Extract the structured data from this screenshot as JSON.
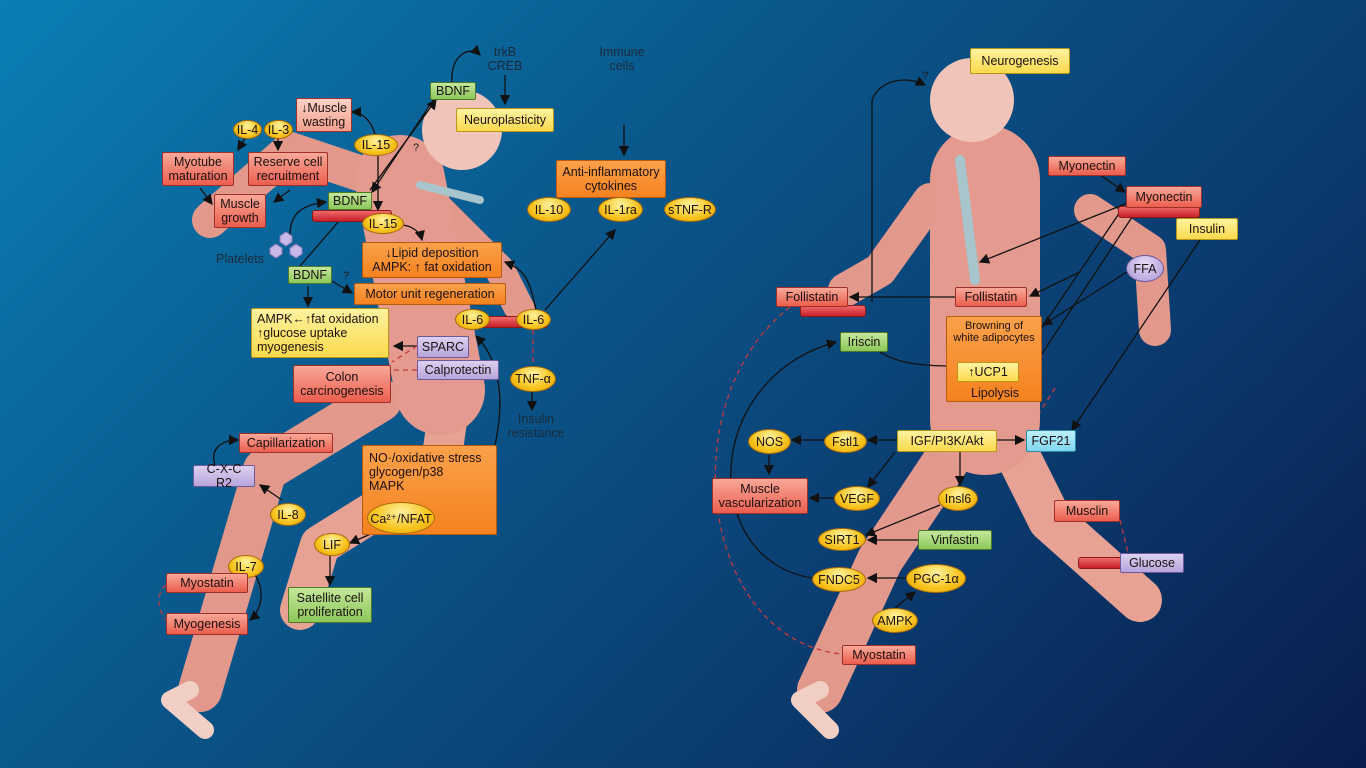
{
  "left": {
    "trkb_creb": "trkB\nCREB",
    "immune_cells": "Immune\ncells",
    "bdnf_top": "BDNF",
    "neuroplasticity": "Neuroplasticity",
    "muscle_wasting": "↓Muscle\nwasting",
    "il4": "IL-4",
    "il3": "IL-3",
    "il15_top": "IL-15",
    "myotube_maturation": "Myotube\nmaturation",
    "reserve_cell": "Reserve cell\nrecruitment",
    "muscle_growth": "Muscle\ngrowth",
    "bdnf_mid": "BDNF",
    "il15_mid": "IL-15",
    "anti_inflammatory": "Anti-inflammatory\ncytokines",
    "il10": "IL-10",
    "il1ra": "IL-1ra",
    "stnfr": "sTNF-R",
    "platelets": "Platelets",
    "lipid": "↓Lipid deposition\nAMPK: ↑ fat oxidation",
    "bdnf_low": "BDNF",
    "question": "?",
    "motor_unit": "Motor unit regeneration",
    "ampk_box": "AMPK←↑fat oxidation\n↑glucose uptake\nmyogenesis",
    "il6_a": "IL-6",
    "il6_b": "IL-6",
    "sparc": "SPARC",
    "calprotectin": "Calprotectin",
    "colon": "Colon\ncarcinogenesis",
    "tnfa": "TNF-α",
    "insulin_resistance": "Insulin\nresistance",
    "capillarization": "Capillarization",
    "no_box": "NO·/oxidative stress\nglycogen/p38\nMAPK",
    "ca_nfat": "Ca²⁺/NFAT",
    "cxcr2": "C-X-C R2",
    "il8": "IL-8",
    "lif": "LIF",
    "il7": "IL-7",
    "myostatin": "Myostatin",
    "satellite": "Satellite cell\nproliferation",
    "myogenesis": "Myogenesis"
  },
  "right": {
    "question": "?",
    "neurogenesis": "Neurogenesis",
    "myonectin_a": "Myonectin",
    "myonectin_b": "Myonectin",
    "insulin": "Insulin",
    "ffa": "FFA",
    "follistatin_a": "Follistatin",
    "follistatin_b": "Follistatin",
    "browning": "Browning of\nwhite adipocytes",
    "ucp1": "↑UCP1",
    "lipolysis": "Lipolysis",
    "iriscin": "Iriscin",
    "nos": "NOS",
    "fstl1": "Fstl1",
    "igf": "IGF/PI3K/Akt",
    "fgf21": "FGF21",
    "muscle_vasc": "Muscle\nvascularization",
    "vegf": "VEGF",
    "insl6": "Insl6",
    "musclin": "Musclin",
    "sirt1": "SIRT1",
    "vinfastin": "Vinfastin",
    "glucose": "Glucose",
    "fndc5": "FNDC5",
    "pgc1a": "PGC-1α",
    "ampk": "AMPK",
    "myostatin": "Myostatin"
  },
  "colors": {
    "red": "#ec5e4e",
    "orange": "#f5821f",
    "yellow": "#fad94c",
    "green": "#8cc85a",
    "purple": "#b8a4dc",
    "cyan": "#7ed6ef",
    "skin": "#e8948a"
  }
}
